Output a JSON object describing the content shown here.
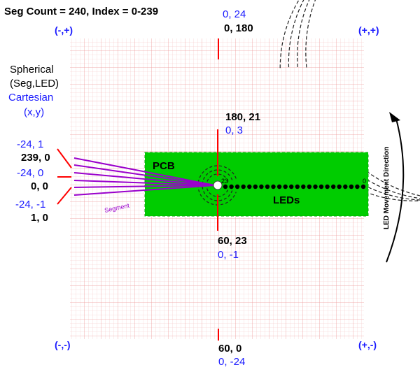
{
  "title": "Seg Count = 240, Index = 0-239",
  "quadrants": {
    "top_left": "(-,+)",
    "top_right": "(+,+)",
    "bottom_left": "(-,-)",
    "bottom_right": "(+,-)"
  },
  "legend": {
    "spherical_line1": "Spherical",
    "spherical_line2": "(Seg,LED)",
    "cartesian_line1": "Cartesian",
    "cartesian_line2": "(x,y)"
  },
  "top_point": {
    "cartesian": "0, 24",
    "spherical": "0, 180"
  },
  "center_upper": {
    "spherical": "180, 21",
    "cartesian": "0, 3"
  },
  "center_lower": {
    "spherical": "60, 23",
    "cartesian": "0, -1"
  },
  "bottom_point": {
    "spherical": "60, 0",
    "cartesian": "0, -24"
  },
  "left_points": [
    {
      "cartesian": "-24, 1",
      "spherical": "239, 0"
    },
    {
      "cartesian": "-24, 0",
      "spherical": "0, 0"
    },
    {
      "cartesian": "-24, -1",
      "spherical": "1, 0"
    }
  ],
  "pcb": {
    "label": "PCB",
    "leds_label": "LEDs",
    "first_led_index": "23",
    "last_led_index": "0",
    "color": "#00cc00"
  },
  "segment_label": "Segment",
  "direction_label": "LED Movement Direction",
  "colors": {
    "grid": "#f3b8b8",
    "red": "#ff0000",
    "purple": "#9900cc",
    "blue": "#1a1aff"
  }
}
